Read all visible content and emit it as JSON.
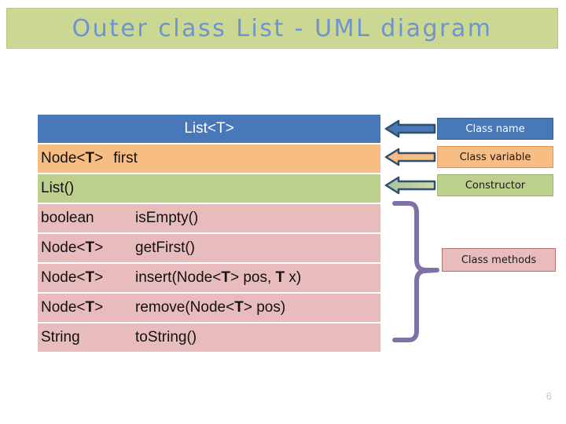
{
  "slide": {
    "title": "Outer class List - UML diagram",
    "page_number": "6"
  },
  "uml_class": {
    "class_name": "List<T>",
    "variable": {
      "type": "Node<T>",
      "name": "first"
    },
    "constructor": {
      "signature": "List()"
    },
    "methods": [
      {
        "return_type": "boolean",
        "signature": "isEmpty()"
      },
      {
        "return_type": "Node<T>",
        "signature": "getFirst()"
      },
      {
        "return_type": "Node<T>",
        "signature": "insert(Node<T> pos, T x)"
      },
      {
        "return_type": "Node<T>",
        "signature": "remove(Node<T> pos)"
      },
      {
        "return_type": "String",
        "signature": "toString()"
      }
    ]
  },
  "legend": {
    "class_name_label": "Class name",
    "class_variable_label": "Class variable",
    "constructor_label": "Constructor",
    "class_methods_label": "Class methods"
  },
  "colors": {
    "banner_bg": "#cbd894",
    "title_text": "#6e93d0",
    "class_name_bg": "#4878b8",
    "class_variable_bg": "#f7bd83",
    "constructor_bg": "#bdd08d",
    "class_methods_bg": "#e8bcbc",
    "brace": "#8070a8",
    "arrow_outline": "#2f4f6f"
  }
}
